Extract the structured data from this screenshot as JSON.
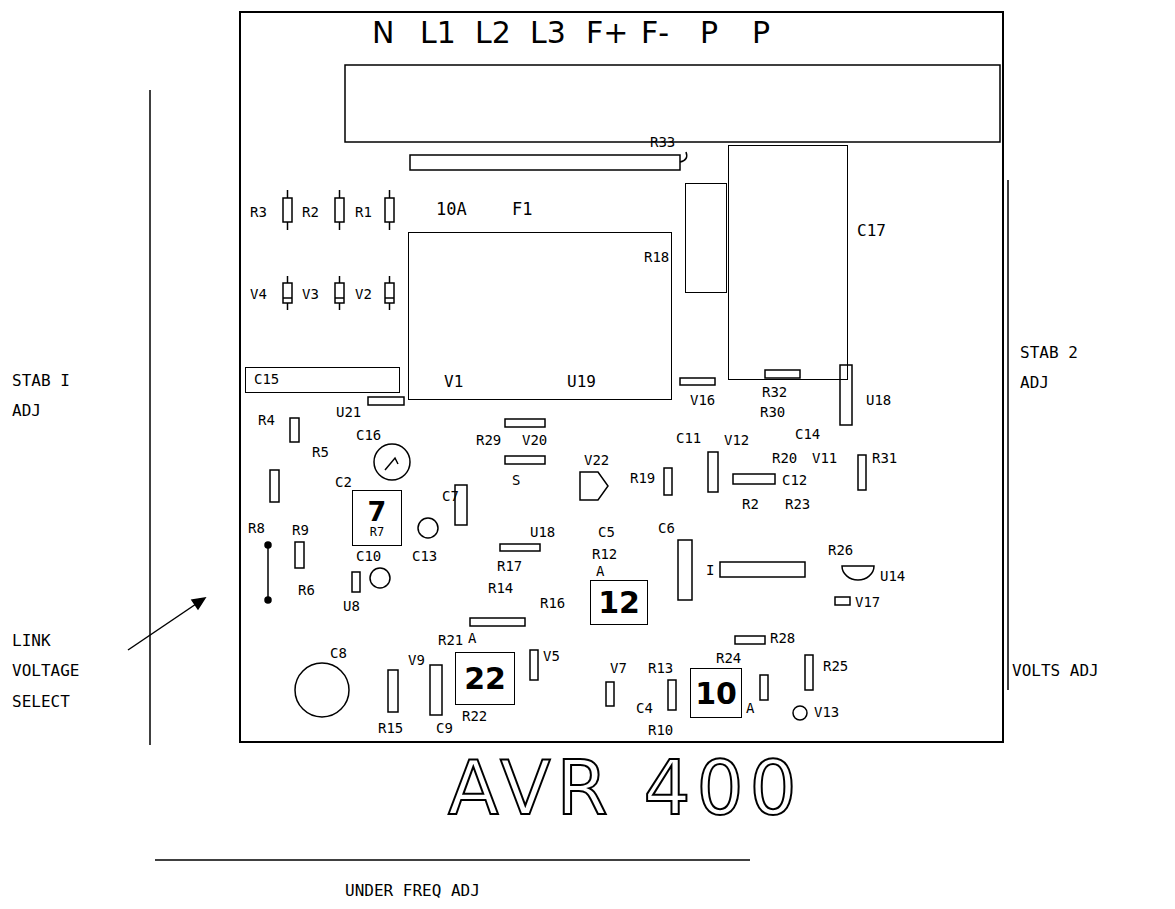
{
  "diagram": {
    "title": "AVR 400",
    "nodes": [
      {
        "text": [
          "V1",
          "U19"
        ]
      },
      {
        "text": [
          "R18"
        ]
      },
      {
        "text": [
          "C17"
        ]
      },
      {
        "text": [
          "C15"
        ]
      },
      {
        "text": [
          "7",
          "R7"
        ]
      },
      {
        "text": [
          "12"
        ]
      },
      {
        "text": [
          "22"
        ]
      },
      {
        "text": [
          "10"
        ]
      }
    ],
    "labels": [
      "N",
      "L1",
      "L2",
      "L3",
      "F+",
      "F-",
      "P",
      "P",
      "R33",
      "10A",
      "F1",
      "R3",
      "R2",
      "R1",
      "V4",
      "V3",
      "V2",
      "STAB I ADJ",
      "STAB 2 ADJ",
      "LINK VOLTAGE SELECT",
      "VOLTS ADJ",
      "UNDER FREQ ADJ",
      "V16",
      "R32",
      "R30",
      "U18",
      "C14",
      "C11",
      "V12",
      "R20",
      "V11",
      "R31",
      "C12",
      "R2",
      "R23",
      "R19",
      "V22",
      "R29",
      "V20",
      "S",
      "U18",
      "C5",
      "R12",
      "A",
      "C6",
      "I",
      "R26",
      "U14",
      "V17",
      "R4",
      "U21",
      "C16",
      "R5",
      "C2",
      "R8",
      "R9",
      "C7",
      "C13",
      "C10",
      "R6",
      "U8",
      "R17",
      "R14",
      "R16",
      "R21",
      "A",
      "V5",
      "V9",
      "C8",
      "R28",
      "R24",
      "R25",
      "R13",
      "V7",
      "C4",
      "R10",
      "A",
      "V13",
      "R22",
      "R15",
      "C9"
    ]
  }
}
